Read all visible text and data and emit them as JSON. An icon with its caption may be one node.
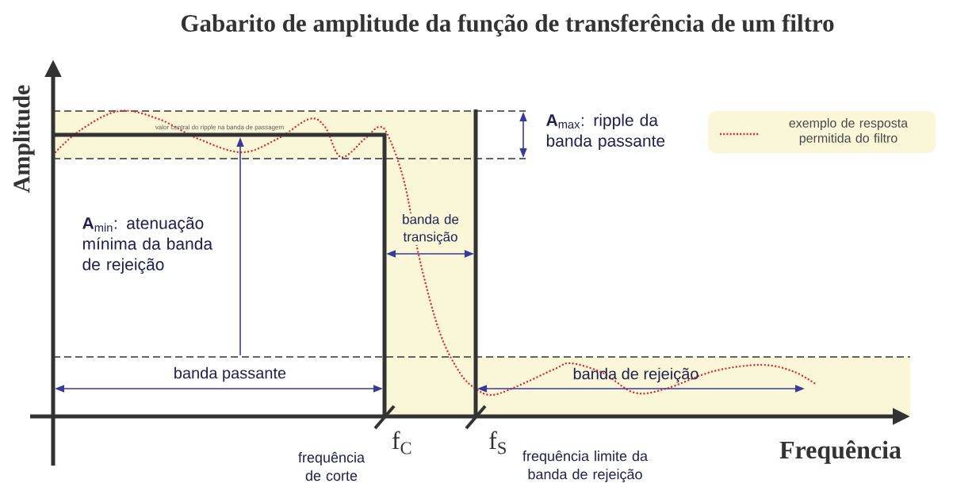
{
  "diagram": {
    "title": "Gabarito de amplitude da função de transferência de um filtro",
    "labels": [
      "valor central do ripple na banda de passagem",
      "**A**$_{max}$: ripple da banda passante",
      "**A**$_{min}$: atenuação mínima da banda de rejeição",
      "banda de transição",
      "banda passante",
      "banda de rejeição",
      "f$_{C}$",
      "f$_{S}$",
      "frequência de corte",
      "frequência limite da banda de rejeição",
      "Amplitude",
      "Frequência"
    ],
    "legend": [
      {
        "text": "exemplo de resposta permitida do filtro"
      }
    ]
  }
}
